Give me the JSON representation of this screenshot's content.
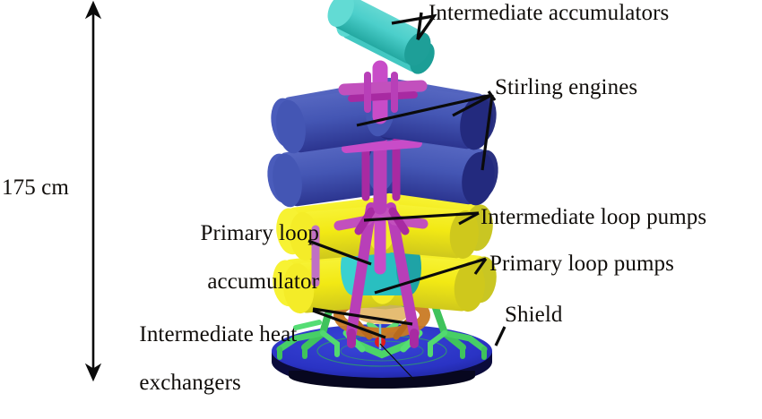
{
  "figure": {
    "kind": "3d-cad-callout-diagram",
    "subject": "Space reactor power system with Stirling engines",
    "background_color": "#ffffff"
  },
  "dimension": {
    "label": "175 cm",
    "orientation": "vertical",
    "arrow_style": "double-headed"
  },
  "labels": {
    "intermediate_accumulators": "Intermediate accumulators",
    "stirling_engines": "Stirling engines",
    "primary_loop_accumulator_line1": "Primary loop",
    "primary_loop_accumulator_line2": "accumulator",
    "intermediate_loop_pumps": "Intermediate loop pumps",
    "primary_loop_pumps": "Primary loop pumps",
    "intermediate_heat_exchangers_line1": "Intermediate heat",
    "intermediate_heat_exchangers_line2": "exchangers",
    "shield": "Shield"
  },
  "colors": {
    "accumulator_teal_light": "#4ccfcb",
    "accumulator_teal_dark": "#1b9e96",
    "stirling_blue_light": "#4456b4",
    "stirling_blue_dark": "#232a7e",
    "pump_yellow_light": "#f2e914",
    "pump_yellow_dark": "#c9c623",
    "pipe_magenta": "#bd3fbd",
    "pipe_magenta_dark": "#96238f",
    "primary_accumulator_teal": "#29bfc0",
    "hx_green_light": "#5fe07c",
    "hx_green_dark": "#33a84a",
    "torus_orange": "#d4822a",
    "shield_blue": "#2a33c4",
    "shield_navy": "#0b0b3c",
    "marker_red": "#e01b1b",
    "leader_line": "#000000",
    "text": "#100d0a"
  },
  "parts": {
    "intermediate_accumulators": {
      "count": 2,
      "shape": "cylinder",
      "color": "#4ccfcb"
    },
    "stirling_engines": {
      "count": 8,
      "tiers": 2,
      "per_tier": 4,
      "shape": "cylinder",
      "color": "#4456b4"
    },
    "intermediate_loop_pumps": {
      "count": 4,
      "tier": "upper",
      "shape": "cylinder",
      "color": "#f2e914"
    },
    "primary_loop_pumps": {
      "count": 4,
      "tier": "lower",
      "shape": "cylinder",
      "color": "#f2e914"
    },
    "primary_loop_accumulator": {
      "count": 1,
      "shape": "cylinder",
      "color": "#29bfc0"
    },
    "intermediate_heat_exchangers": {
      "count": 6,
      "shape": "pipe-assembly",
      "color": "#5fe07c"
    },
    "shield": {
      "count": 1,
      "shape": "disc",
      "color": "#2a33c4"
    }
  }
}
